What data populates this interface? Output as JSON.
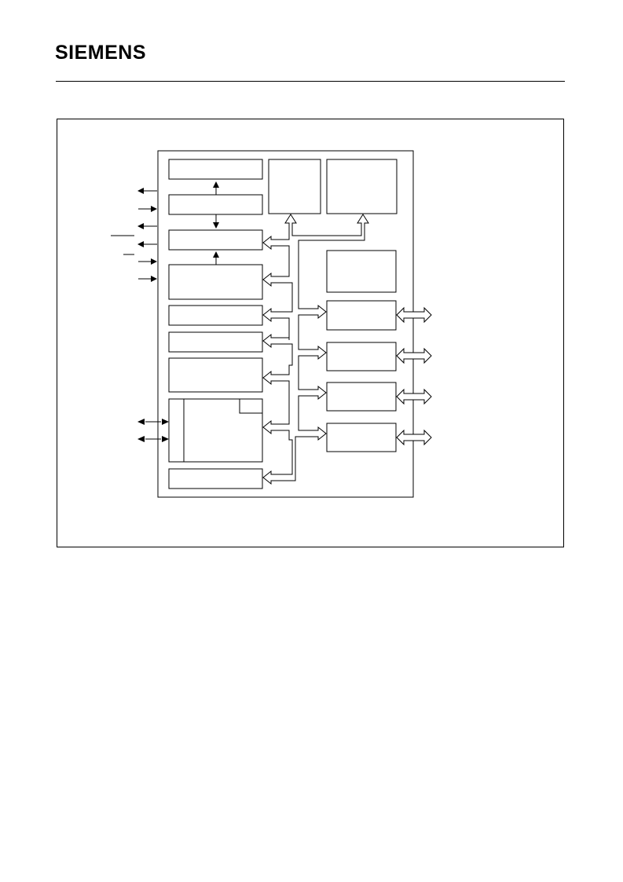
{
  "header": {
    "brand": "SIEMENS"
  },
  "diagram": {
    "left_blocks": 10,
    "right_blocks": 6,
    "stroke_color": "#000000",
    "bus_color": "#ffffff"
  }
}
